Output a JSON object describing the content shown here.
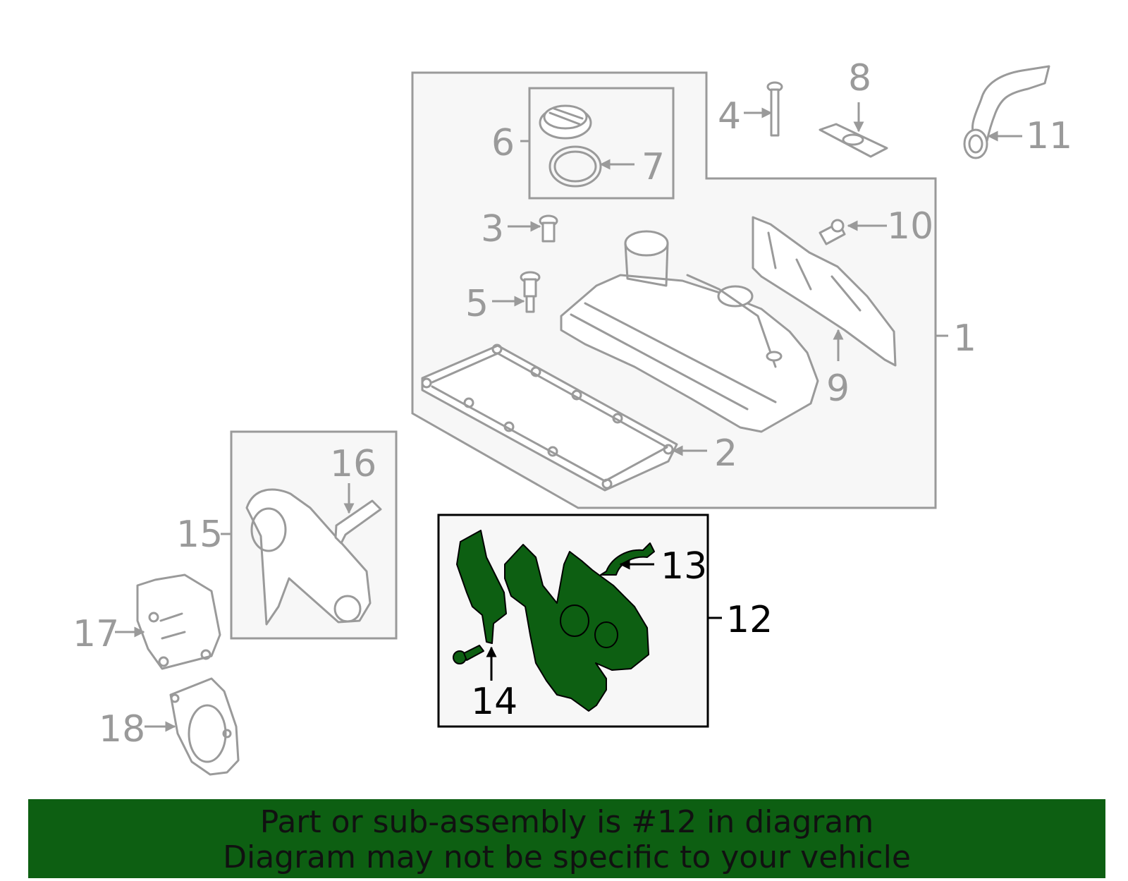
{
  "callouts": {
    "c1": "1",
    "c2": "2",
    "c3": "3",
    "c4": "4",
    "c5": "5",
    "c6": "6",
    "c7": "7",
    "c8": "8",
    "c9": "9",
    "c10": "10",
    "c11": "11",
    "c12": "12",
    "c13": "13",
    "c14": "14",
    "c15": "15",
    "c16": "16",
    "c17": "17",
    "c18": "18"
  },
  "highlight_part": "12",
  "banner": {
    "line1": "Part or sub-assembly is #12 in diagram",
    "line2": "Diagram may not be specific to your vehicle"
  },
  "colors": {
    "highlight": "#0d5f12",
    "parts": "#9a9a9a",
    "group_fill": "#f7f7f7",
    "banner": "#0d5f12"
  }
}
